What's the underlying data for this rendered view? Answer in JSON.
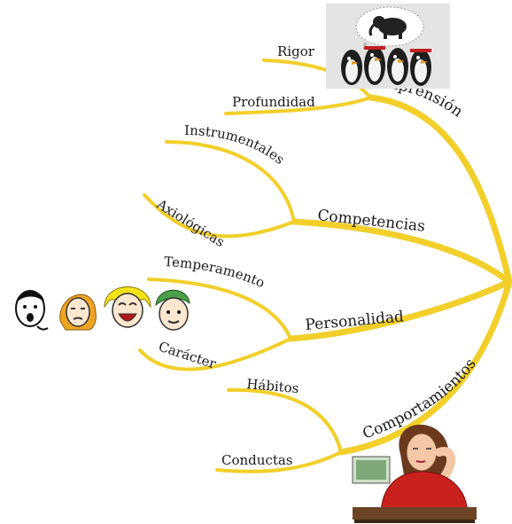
{
  "mindmap": {
    "branches": [
      {
        "label": "Comprensión",
        "children": [
          "Rigor",
          "Profundidad"
        ]
      },
      {
        "label": "Competencias",
        "children": [
          "Instrumentales",
          "Axiológicas"
        ]
      },
      {
        "label": "Personalidad",
        "children": [
          "Temperamento",
          "Carácter"
        ]
      },
      {
        "label": "Comportamientos",
        "children": [
          "Hábitos",
          "Conductas"
        ]
      }
    ],
    "colors": {
      "branch": "#f2cf2a",
      "text": "#1a1a1a"
    },
    "illustrations": [
      "penguins-elephant-clipart",
      "children-faces-clipart",
      "thinking-woman-clipart"
    ]
  }
}
